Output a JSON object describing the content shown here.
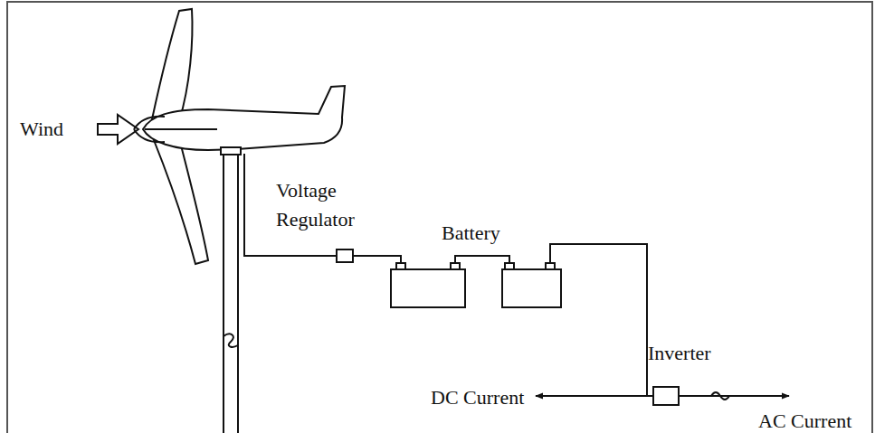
{
  "diagram": {
    "labels": [
      "Wind",
      "Voltage Regulator",
      "Battery",
      "Inverter",
      "DC Current",
      "AC Current"
    ]
  }
}
